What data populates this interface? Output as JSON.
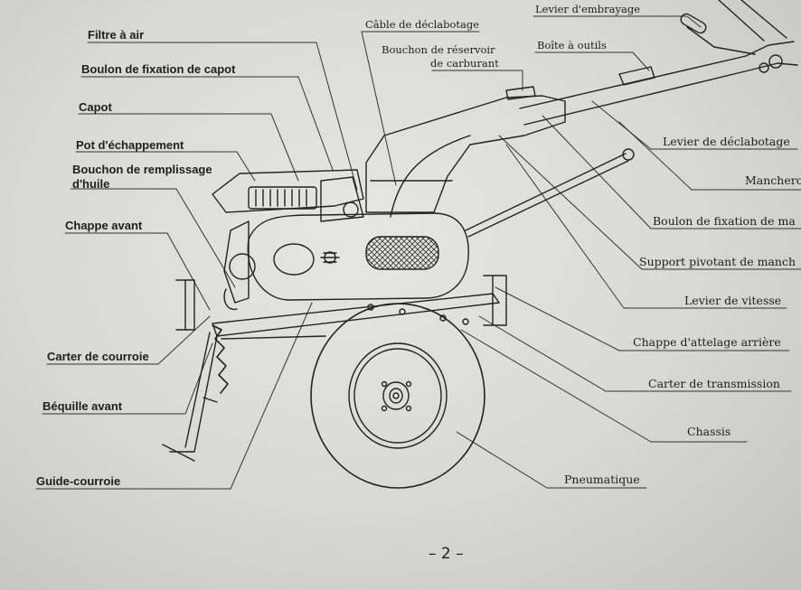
{
  "labels_left": {
    "filtre_air": "Filtre à air",
    "boulon_capot": "Boulon de fixation de capot",
    "capot": "Capot",
    "pot_echappement": "Pot d'échappement",
    "bouchon_huile_1": "Bouchon de remplissage",
    "bouchon_huile_2": "d'huile",
    "chappe_avant": "Chappe avant",
    "carter_courroie": "Carter de courroie",
    "bequille_avant": "Béquille avant",
    "guide_courroie": "Guide-courroie"
  },
  "labels_top": {
    "cable_declabotage": "Câble de déclabotage",
    "bouchon_reservoir_1": "Bouchon de réservoir",
    "bouchon_reservoir_2": "de carburant",
    "levier_embrayage": "Levier d'embrayage",
    "boite_outils": "Boîte à outils"
  },
  "labels_right": {
    "levier_declabotage": "Levier de déclabotage",
    "mancheron": "Mancheron",
    "boulon_fixation_ma": "Boulon de fixation de ma",
    "support_pivotant": "Support pivotant de manch",
    "levier_vitesse": "Levier de vitesse",
    "chappe_attelage": "Chappe d'attelage arrière",
    "carter_transmission": "Carter de transmission",
    "chassis": "Chassis",
    "pneumatique": "Pneumatique"
  },
  "page_number": "– 2 –"
}
